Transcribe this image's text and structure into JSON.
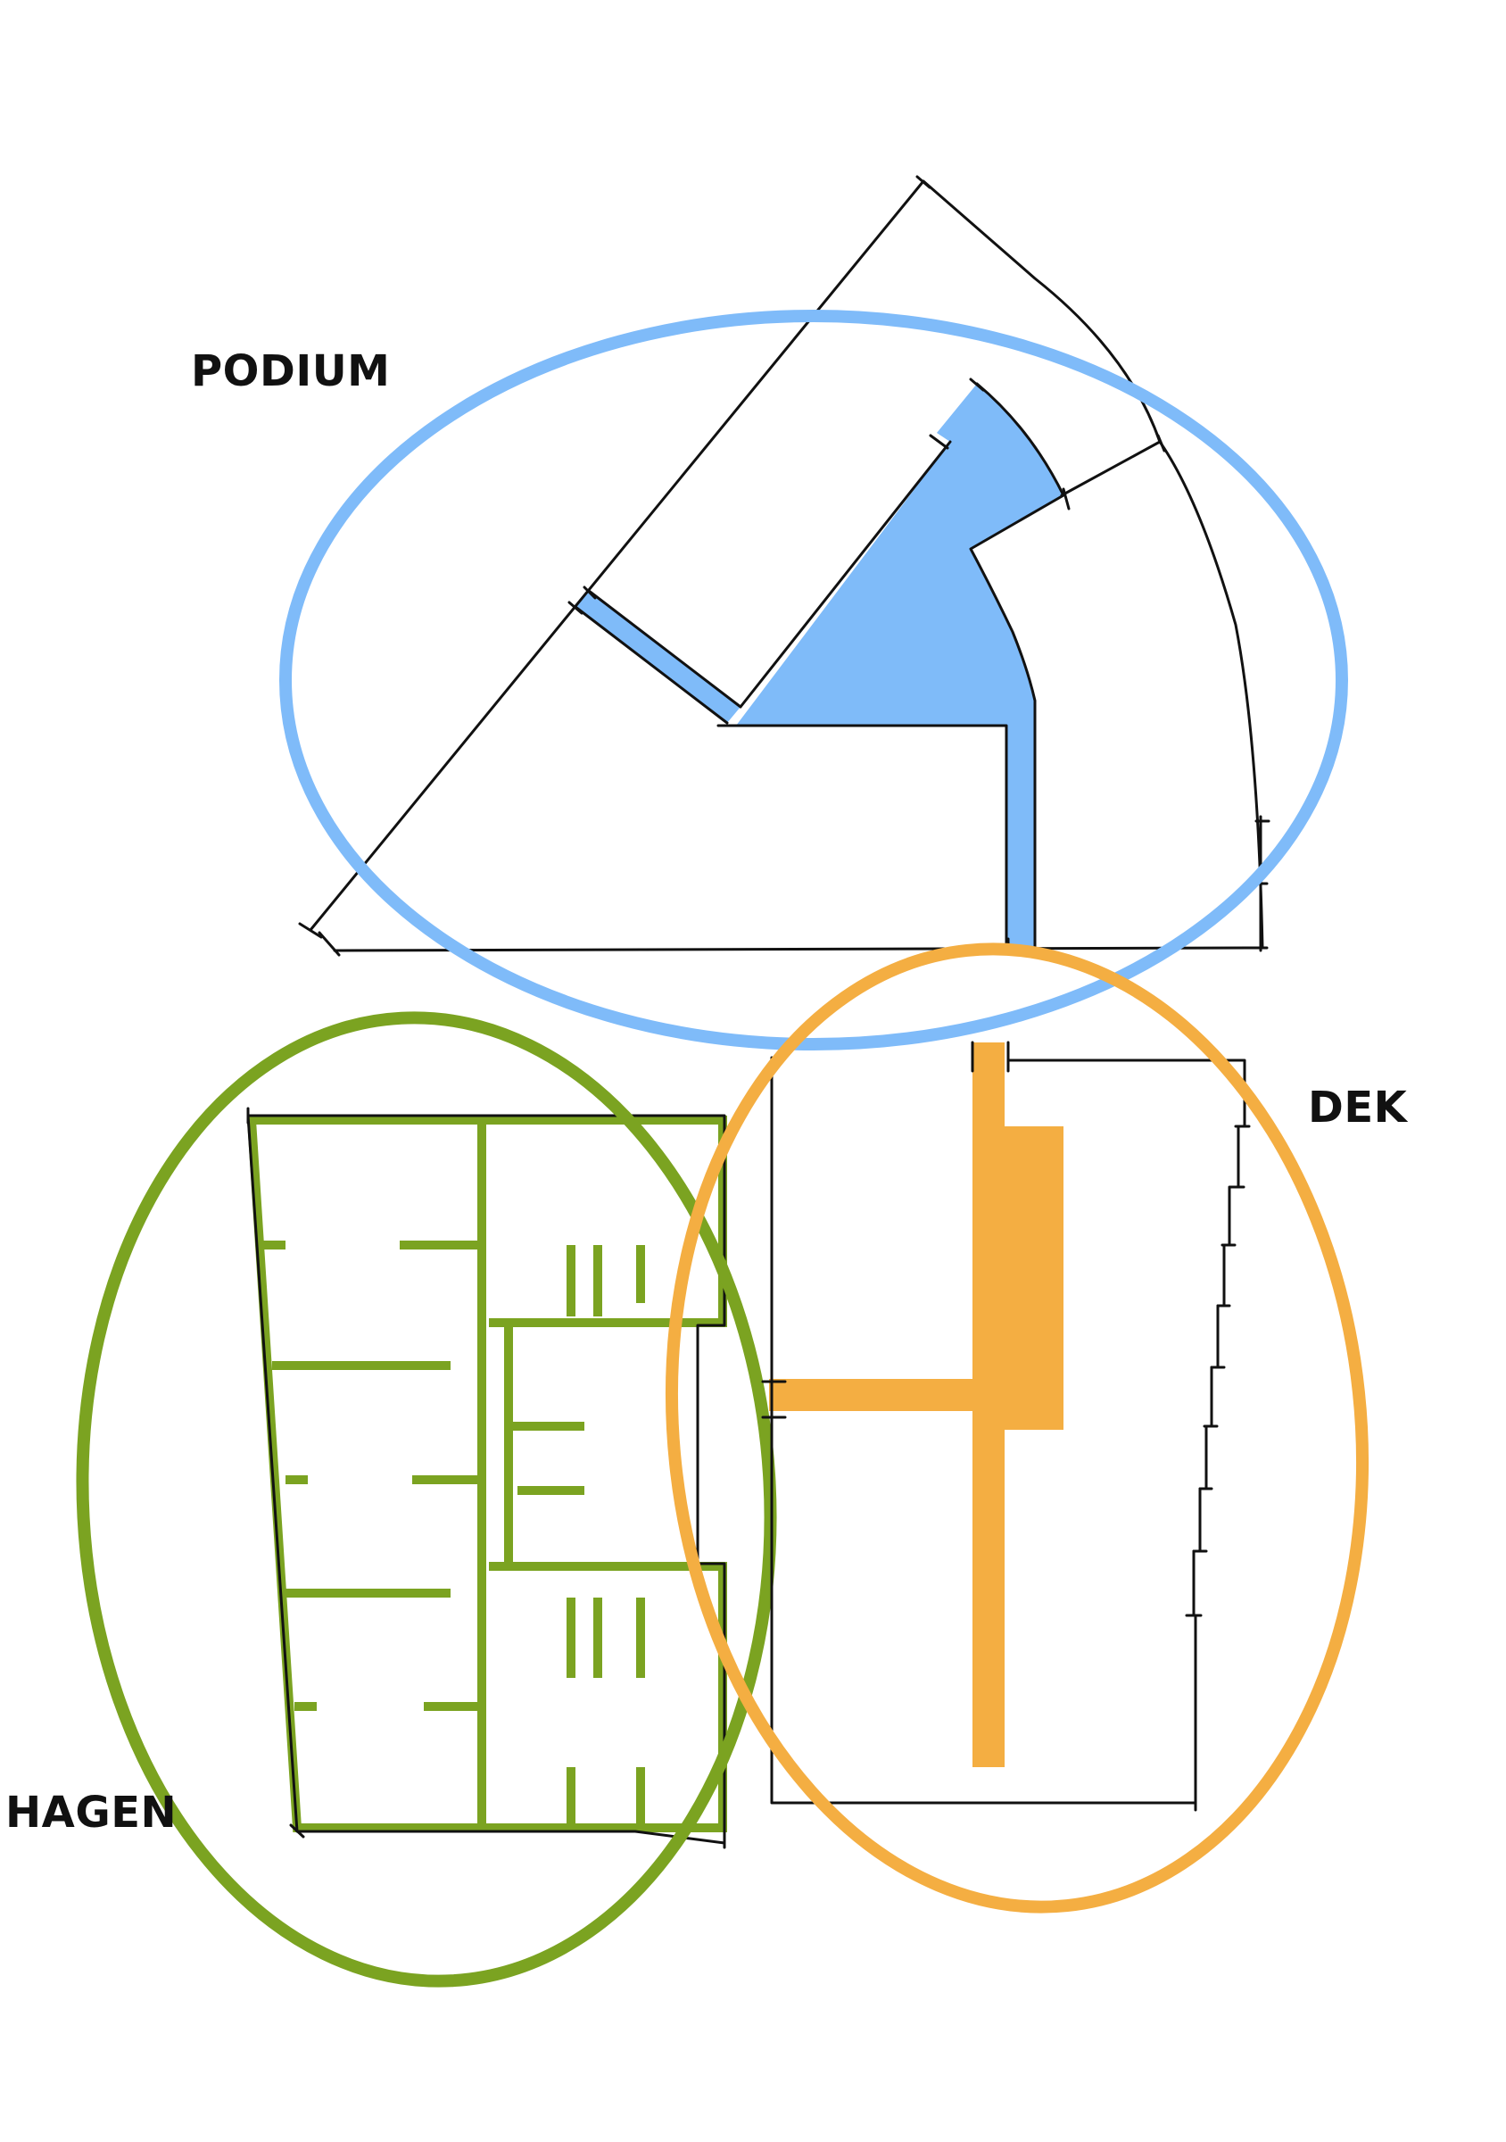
{
  "zones": {
    "podium": {
      "label": "PODIUM",
      "color": "#7FBBF9"
    },
    "dek": {
      "label": "DEK",
      "color": "#F4AE42"
    },
    "hagen": {
      "label": "HAGEN",
      "color": "#7BA321"
    }
  },
  "line_color": "#111111"
}
